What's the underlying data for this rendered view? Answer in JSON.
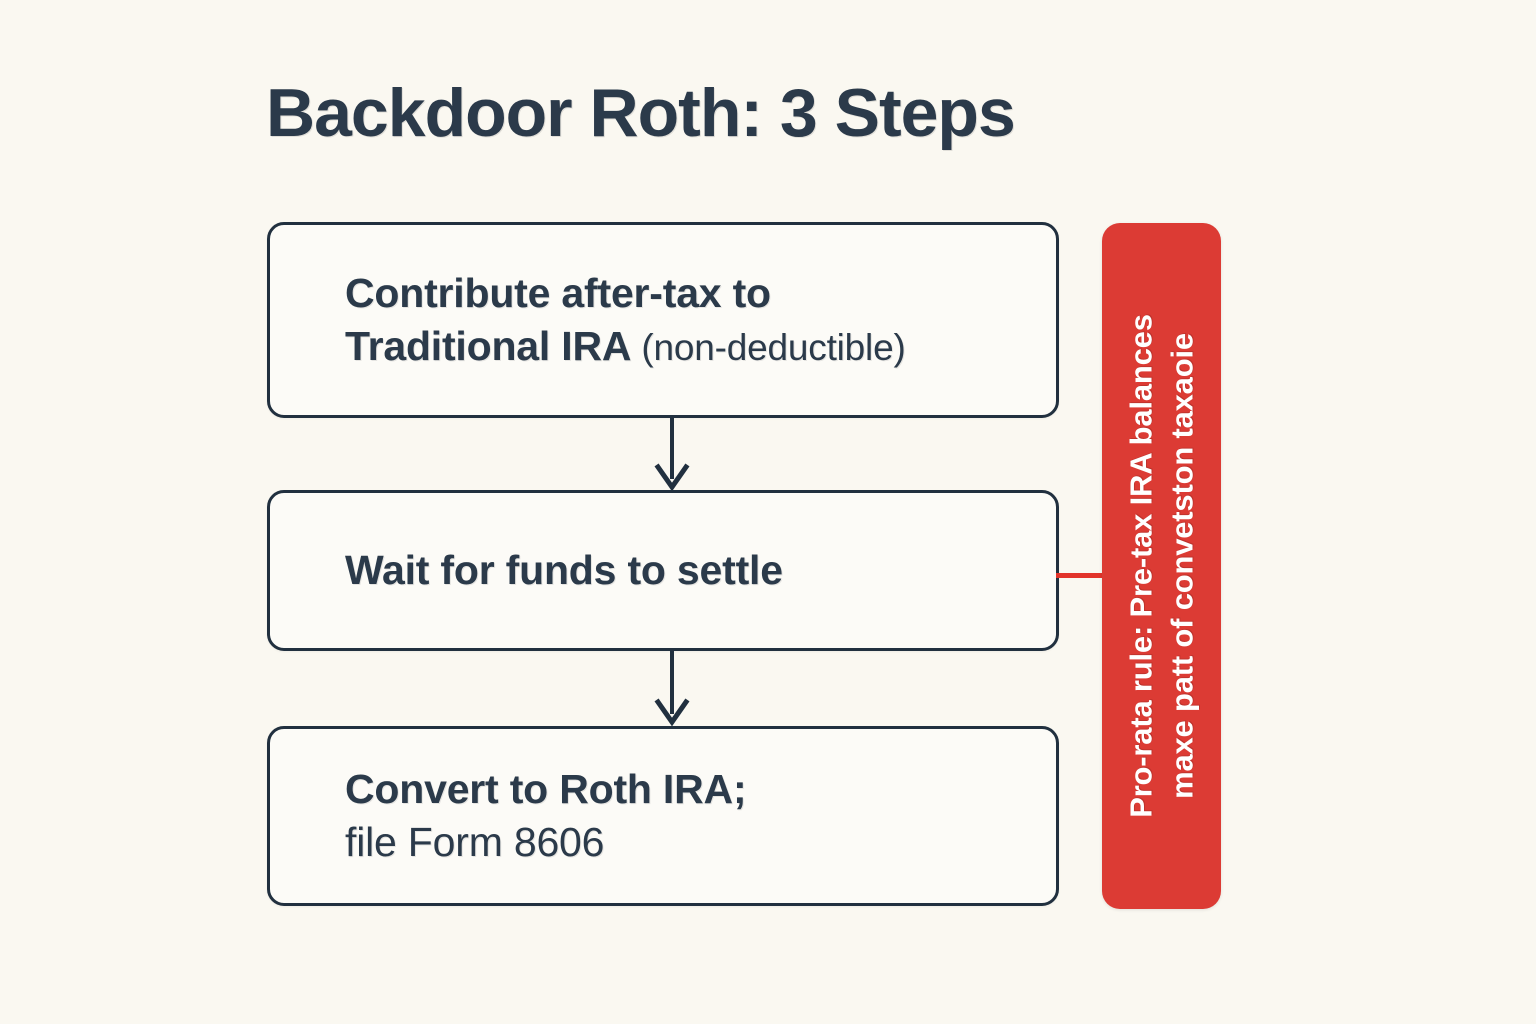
{
  "page": {
    "title": "Backdoor Roth: 3 Steps",
    "background_color": "#FAF8F1",
    "text_color": "#2B3A4A",
    "accent_color": "#DC3B34",
    "border_color": "#21303F"
  },
  "diagram": {
    "type": "flowchart",
    "orientation": "vertical",
    "steps": [
      {
        "id": "step-1",
        "line1": "Contribute after-tax to",
        "line2_main": "Traditional IRA",
        "line2_note": " (non-deductible)"
      },
      {
        "id": "step-2",
        "line1": "Wait for funds to settle",
        "line2_main": "",
        "line2_note": ""
      },
      {
        "id": "step-3",
        "line1": "Convert to Roth IRA;",
        "line2_main": "file Form 8606",
        "line2_note": ""
      }
    ],
    "connectors": [
      {
        "id": "connector-1-2",
        "from": "step-1",
        "to": "step-2",
        "style": "arrow-down",
        "color": "#21303F"
      },
      {
        "id": "connector-2-3",
        "from": "step-2",
        "to": "step-3",
        "style": "arrow-down",
        "color": "#21303F"
      }
    ],
    "callout": {
      "id": "pro-rata-callout",
      "attached_to": "step-2",
      "orientation": "vertical",
      "background_color": "#DC3B34",
      "text_color": "#FFFFFF",
      "line1": "Pro-rata rule: Pre-tax IRA balances",
      "line2": "maxe patt of convetston taxaoie",
      "link_color": "#E2342B"
    }
  }
}
